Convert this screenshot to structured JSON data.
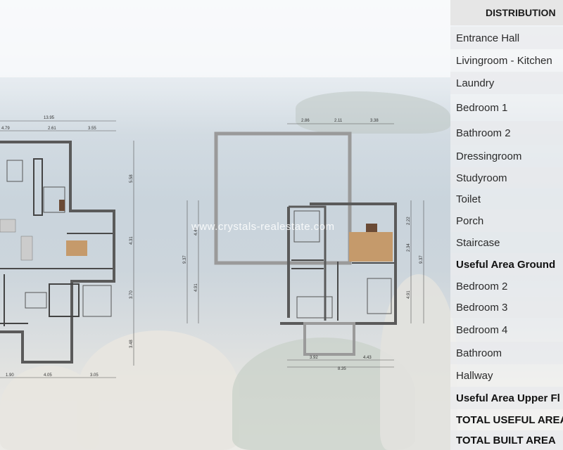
{
  "watermark": "www.crystals-realestate.com",
  "table": {
    "header": "DISTRIBUTION",
    "rows": [
      {
        "label": "Entrance Hall",
        "bold": false
      },
      {
        "label": "Livingroom - Kitchen",
        "bold": false
      },
      {
        "label": "Laundry",
        "bold": false
      },
      {
        "label": "Bedroom 1",
        "bold": false
      },
      {
        "label": "Bathroom 2",
        "bold": false
      },
      {
        "label": "Dressingroom",
        "bold": false
      },
      {
        "label": "Studyroom",
        "bold": false
      },
      {
        "label": "Toilet",
        "bold": false
      },
      {
        "label": "Porch",
        "bold": false
      },
      {
        "label": "Staircase",
        "bold": false
      },
      {
        "label": "Useful Area Ground",
        "bold": true
      },
      {
        "label": "Bedroom 2",
        "bold": false
      },
      {
        "label": "Bedroom 3",
        "bold": false
      },
      {
        "label": "Bedroom 4",
        "bold": false
      },
      {
        "label": "Bathroom",
        "bold": false
      },
      {
        "label": "Hallway",
        "bold": false
      },
      {
        "label": "Useful Area Upper Fl",
        "bold": true
      },
      {
        "label": "TOTAL USEFUL AREA",
        "bold": true
      },
      {
        "label": "TOTAL BUILT AREA",
        "bold": true
      }
    ]
  },
  "ground_plan": {
    "top_dims": [
      "13.95",
      "4.79",
      "2.61",
      "3.55"
    ],
    "bottom_dims": [
      "1.90",
      "4.05",
      "3.05"
    ],
    "side_dims": [
      "5.58",
      "4.31",
      "3.70",
      "3.48"
    ]
  },
  "upper_plan": {
    "top_dims": [
      "2.86",
      "2.11",
      "3.38"
    ],
    "bottom_dims": [
      "3.92",
      "4.43",
      "8.35"
    ],
    "left_dims": [
      "9.37",
      "4.47",
      "4.91"
    ],
    "right_dims": [
      "2.22",
      "2.34",
      "9.37",
      "4.91"
    ]
  }
}
